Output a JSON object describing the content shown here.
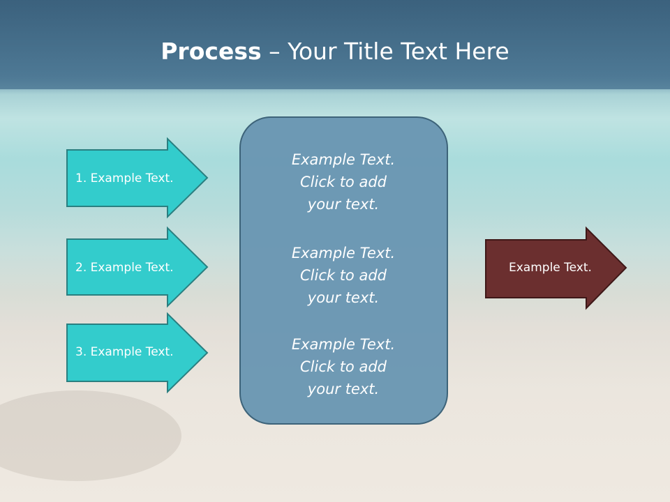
{
  "slide": {
    "title_bold": "Process",
    "title_rest": " – Your Title Text Here"
  },
  "left_arrows": [
    {
      "label": "1. Example Text."
    },
    {
      "label": "2. Example Text."
    },
    {
      "label": "3. Example Text."
    }
  ],
  "center_box": {
    "blocks": [
      {
        "line1": "Example Text.",
        "line2": "Click  to add",
        "line3": "your text."
      },
      {
        "line1": "Example Text.",
        "line2": "Click  to add",
        "line3": "your text."
      },
      {
        "line1": "Example Text.",
        "line2": "Click  to add",
        "line3": "your text."
      }
    ]
  },
  "right_arrow": {
    "label": "Example Text."
  },
  "colors": {
    "left_arrow_fill": "#33cccc",
    "center_box_fill": "#6a97b3",
    "right_arrow_fill": "#6b2f2f"
  }
}
